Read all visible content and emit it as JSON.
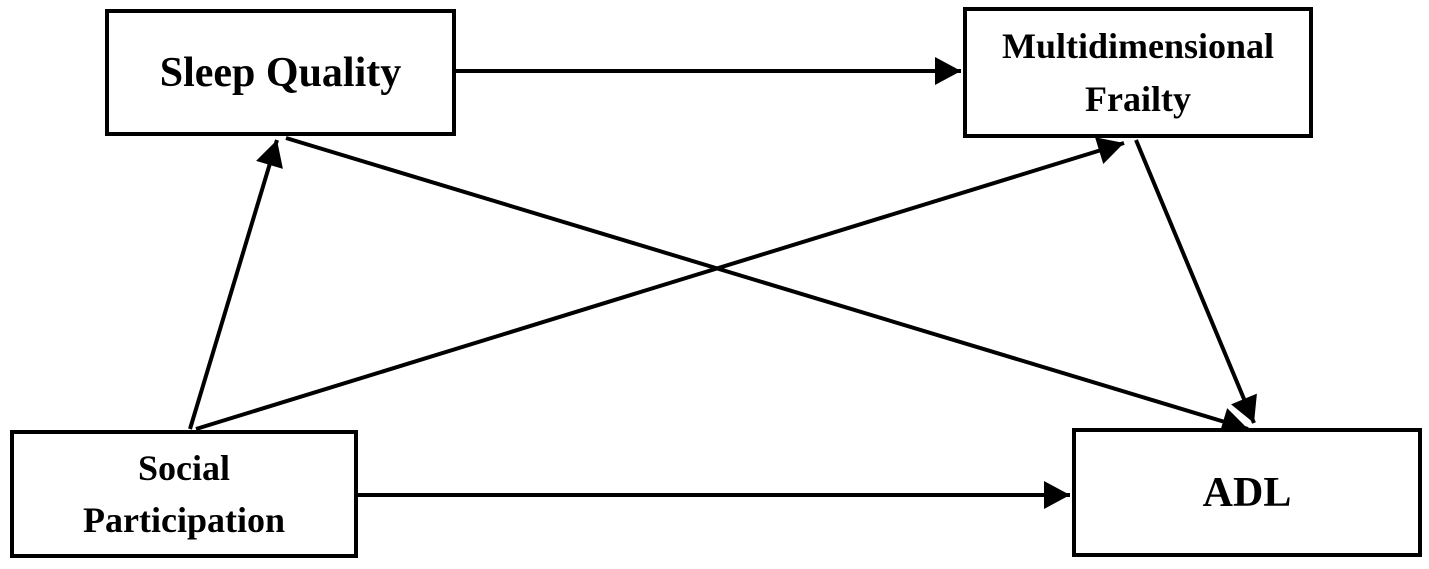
{
  "diagram": {
    "background_color": "#ffffff",
    "line_color": "#000000",
    "nodes": {
      "sleep_quality": {
        "label": "Sleep Quality"
      },
      "multidimensional_frailty": {
        "label": "Multidimensional Frailty",
        "lines": [
          "Multidimensional",
          "Frailty"
        ]
      },
      "social_participation": {
        "label": "Social Participation",
        "lines": [
          "Social",
          "Participation"
        ]
      },
      "adl": {
        "label": "ADL"
      }
    },
    "edges": [
      {
        "from": "Sleep Quality",
        "to": "Multidimensional Frailty",
        "style": "arrow"
      },
      {
        "from": "Social Participation",
        "to": "Sleep Quality",
        "style": "arrow"
      },
      {
        "from": "Social Participation",
        "to": "Multidimensional Frailty",
        "style": "arrow"
      },
      {
        "from": "Sleep Quality",
        "to": "ADL",
        "style": "arrow"
      },
      {
        "from": "Multidimensional Frailty",
        "to": "ADL",
        "style": "arrow"
      },
      {
        "from": "Social Participation",
        "to": "ADL",
        "style": "arrow"
      }
    ]
  }
}
